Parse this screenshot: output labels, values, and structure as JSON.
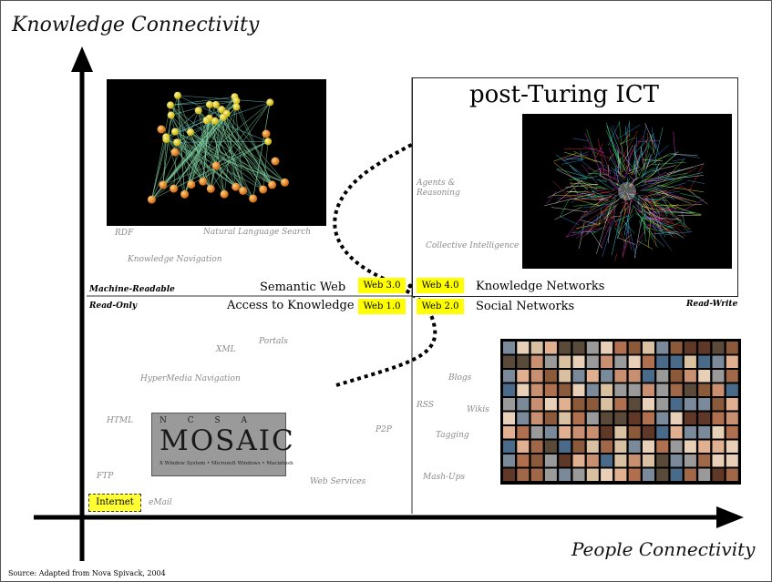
{
  "axes": {
    "y_title": "Knowledge Connectivity",
    "x_title": "People Connectivity"
  },
  "source": "Source: Adapted from Nova Spivack, 2004",
  "quadrant_labels": {
    "machine_readable": "Machine-Readable",
    "read_only": "Read-Only",
    "read_write": "Read-Write"
  },
  "post_turing": {
    "title": "post-Turing ICT"
  },
  "connectivity_labels": {
    "semantic_web": "Semantic Web",
    "access_to_knowledge": "Access to Knowledge",
    "knowledge_networks": "Knowledge Networks",
    "social_networks": "Social Networks"
  },
  "web_versions": {
    "web30": "Web 3.0",
    "web40": "Web 4.0",
    "web10": "Web 1.0",
    "web20": "Web 2.0"
  },
  "internet": "Internet",
  "technologies": {
    "rdf": "RDF",
    "natural_language_search": "Natural Language Search",
    "knowledge_navigation": "Knowledge Navigation",
    "agents": "Agents &",
    "reasoning": "Reasoning",
    "collective_intelligence": "Collective Intelligence",
    "portals": "Portals",
    "xml": "XML",
    "hypermedia_navigation": "HyperMedia Navigation",
    "html": "HTML",
    "ftp": "FTP",
    "email": "eMail",
    "p2p": "P2P",
    "web_services": "Web Services",
    "blogs": "Blogs",
    "rss": "RSS",
    "wikis": "Wikis",
    "tagging": "Tagging",
    "mashups": "Mash-Ups"
  },
  "mosaic_logo": {
    "letters_top": "N  C  S  A",
    "word": "MOSAIC",
    "tagline": "X Window System • Microsoft Windows • Macintosh"
  },
  "colors": {
    "highlight": "#ffff00",
    "muted_text": "#8a8a8a",
    "axis": "#000000"
  }
}
